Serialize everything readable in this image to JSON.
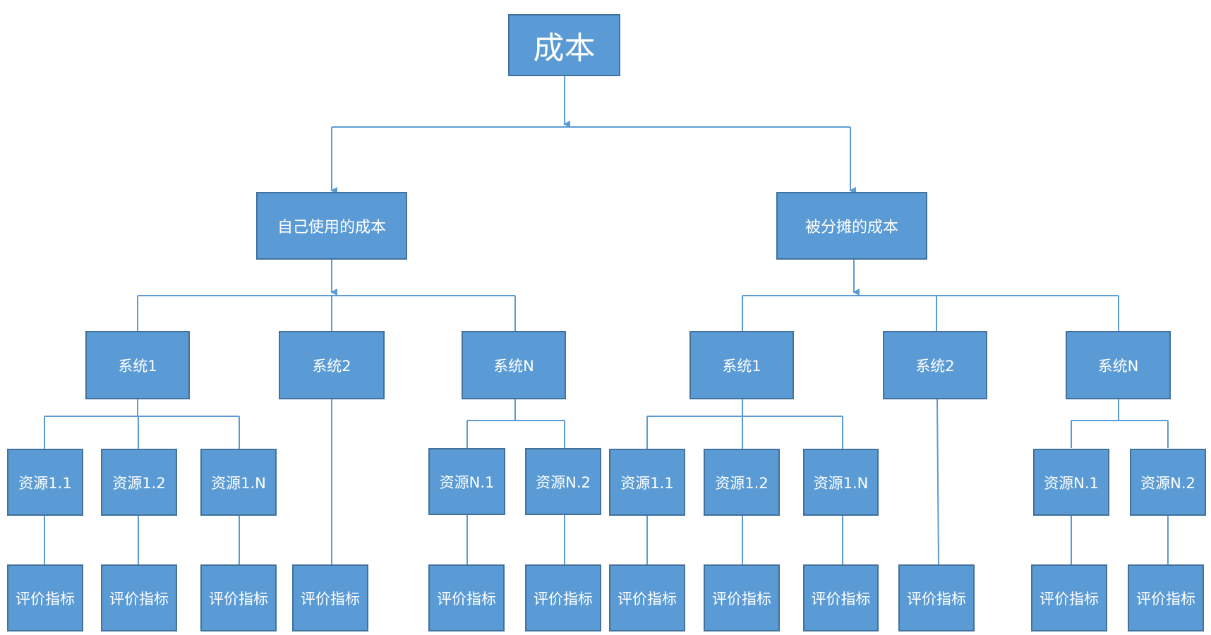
{
  "root": "成本",
  "left_branch": {
    "label": "自己使用的成本",
    "systems": [
      {
        "label": "系统1",
        "resources": [
          {
            "label": "资源1.1",
            "metric": "评价指标"
          },
          {
            "label": "资源1.2",
            "metric": "评价指标"
          },
          {
            "label": "资源1.N",
            "metric": "评价指标"
          }
        ]
      },
      {
        "label": "系统2",
        "metric": "评价指标"
      },
      {
        "label": "系统N",
        "resources": [
          {
            "label": "资源N.1",
            "metric": "评价指标"
          },
          {
            "label": "资源N.2",
            "metric": "评价指标"
          }
        ]
      }
    ]
  },
  "right_branch": {
    "label": "被分摊的成本",
    "systems": [
      {
        "label": "系统1",
        "resources": [
          {
            "label": "资源1.1",
            "metric": "评价指标"
          },
          {
            "label": "资源1.2",
            "metric": "评价指标"
          },
          {
            "label": "资源1.N",
            "metric": "评价指标"
          }
        ]
      },
      {
        "label": "系统2",
        "metric": "评价指标"
      },
      {
        "label": "系统N",
        "resources": [
          {
            "label": "资源N.1",
            "metric": "评价指标"
          },
          {
            "label": "资源N.2",
            "metric": "评价指标"
          }
        ]
      }
    ]
  },
  "colors": {
    "box_fill": "#5b9bd5",
    "box_border": "#41719c",
    "connector": "#5b9bd5",
    "text": "#ffffff"
  }
}
